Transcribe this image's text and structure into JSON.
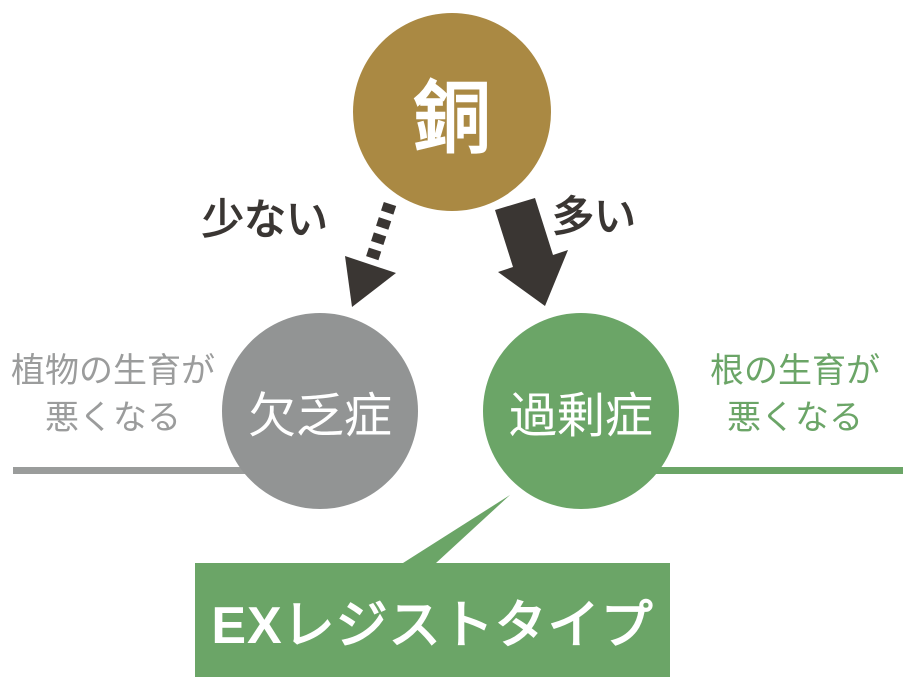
{
  "diagram": {
    "copper": {
      "label": "銅"
    },
    "left": {
      "arrow_label": "少ない",
      "node_label": "欠乏症",
      "note": "植物の生育が\n悪くなる"
    },
    "right": {
      "arrow_label": "多い",
      "node_label": "過剰症",
      "note": "根の生育が\n悪くなる"
    },
    "result": {
      "label": "EXレジストタイプ"
    }
  },
  "colors": {
    "copper": "#aa8943",
    "gray": "#929494",
    "green": "#6ba567",
    "dark": "#3a3633",
    "gray_text": "#9b9c9c",
    "gray_line": "#9a9c9b",
    "white": "#ffffff"
  }
}
